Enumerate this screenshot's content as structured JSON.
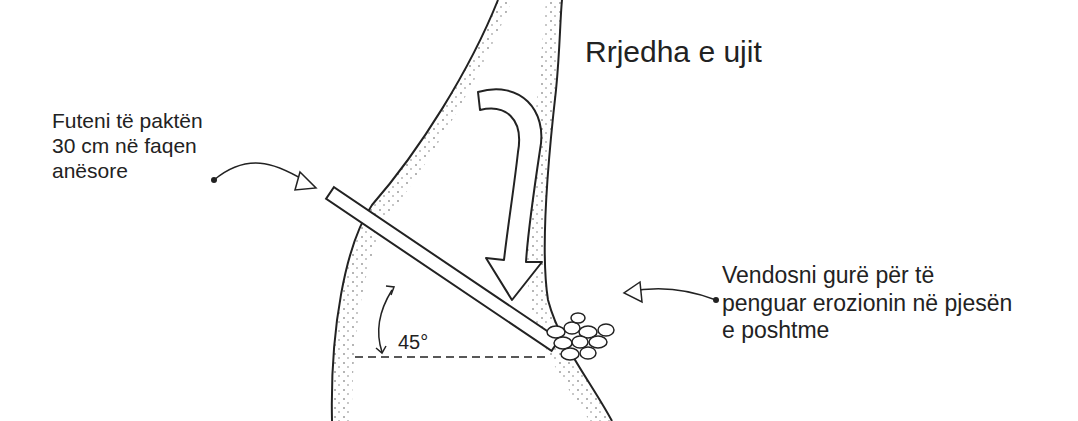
{
  "diagram": {
    "labels": [
      "Rrjedha e ujit",
      "Futeni të paktën 30 cm në faqen anësore",
      "Vendosni gurë për të penguar erozionin në pjesën e poshtme",
      "45°"
    ]
  }
}
